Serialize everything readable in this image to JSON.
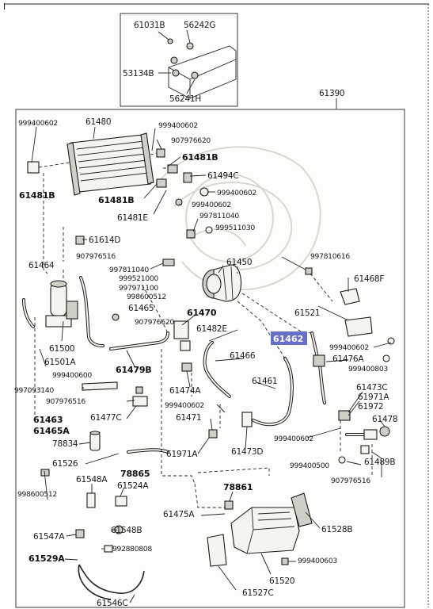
{
  "top_mark": "I",
  "inset_labels": [
    "61031B",
    "56242G",
    "53134B",
    "56241H"
  ],
  "assembly_label": "61390",
  "highlighted_part": "61462",
  "upper_labels": {
    "l999400602a": "999400602",
    "l61480": "61480",
    "l999400602b": "999400602",
    "l907976620a": "907976620",
    "l61481Ba": "61481B",
    "l61494C": "61494C",
    "l61481Bb": "61481B",
    "l61481Bc": "61481B",
    "l999400602c": "999400602",
    "l999400602d": "999400602",
    "l61481E": "61481E",
    "l997811040a": "997811040",
    "l999511030": "999511030",
    "l61614D": "61614D",
    "l907976516a": "907976516",
    "l61464": "61464",
    "l997811040b": "997811040",
    "l999521000": "999521000",
    "l997971100": "997971100",
    "l998600512a": "998600512",
    "l61465": "61465",
    "l61450": "61450",
    "l997810616": "997810616",
    "l61468F": "61468F"
  },
  "middle_labels": {
    "l61470": "61470",
    "l907976620b": "907976620",
    "l61482E": "61482E",
    "l61521": "61521",
    "l61500": "61500",
    "l61501A": "61501A",
    "l999400600": "999400600",
    "l61479B": "61479B",
    "l61466": "61466",
    "l999400602e": "999400602",
    "l61476A": "61476A",
    "l999400803": "999400803",
    "l997093140": "997093140",
    "l907976516b": "907976516",
    "l61474A": "61474A",
    "l61461": "61461",
    "l61473C": "61473C",
    "l61971Aa": "61971A",
    "l61972": "61972",
    "l999400602f": "999400602",
    "l61471": "61471",
    "l61477C": "61477C",
    "l61463": "61463",
    "l61465A": "61465A",
    "l61478": "61478"
  },
  "lower_labels": {
    "l78834": "78834",
    "l999400602g": "999400602",
    "l61473D": "61473D",
    "l999400500": "999400500",
    "l61489B": "61489B",
    "l61526": "61526",
    "l61971Ab": "61971A",
    "l78865": "78865",
    "l907976516c": "907976516",
    "l61548A": "61548A",
    "l61524A": "61524A",
    "l78861": "78861",
    "l998600512b": "998600512",
    "l61475A": "61475A",
    "l61528B": "61528B",
    "l61547A": "61547A",
    "l61548B": "61548B",
    "l992880808": "992880808",
    "l61529A": "61529A",
    "l999400603": "999400603",
    "l61520": "61520",
    "l61527C": "61527C",
    "l61546C": "61546C"
  }
}
